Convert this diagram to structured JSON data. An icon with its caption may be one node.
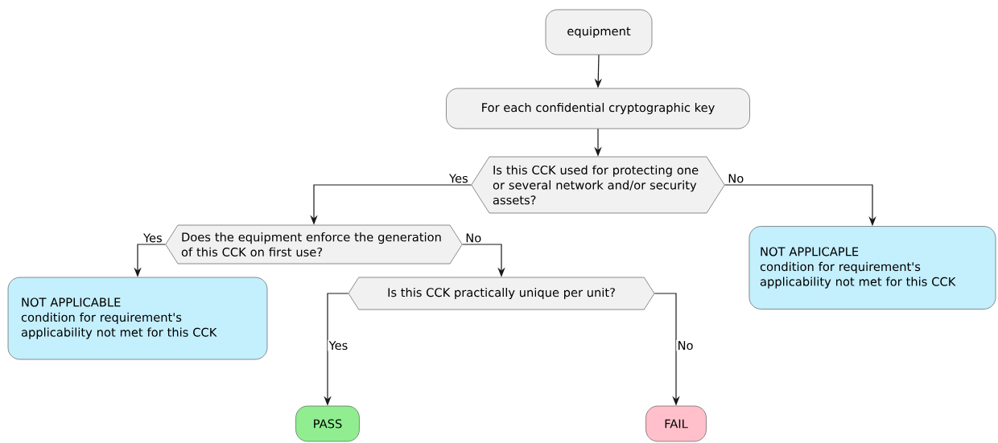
{
  "diagram": {
    "nodes": [
      {
        "text": [
          "equipment"
        ]
      },
      {
        "text": [
          "For each confidential cryptographic key"
        ]
      },
      {
        "text": [
          "Is this CCK used for protecting one or several network and/or security assets?"
        ]
      },
      {
        "text": [
          "Does the equipment enforce the generation of this CCK on first use?"
        ]
      },
      {
        "text": [
          "NOT APPLICABLE",
          "condition for requirement's applicability not met for this CCK"
        ]
      },
      {
        "text": [
          "Is this CCK practically unique per unit?"
        ]
      },
      {
        "text": [
          "NOT APPLICAPLE",
          "condition for requirement's applicability not met for this CCK"
        ]
      },
      {
        "text": [
          "PASS"
        ]
      },
      {
        "text": [
          "FAIL"
        ]
      }
    ],
    "edges": [
      {
        "from": 0,
        "to": 1,
        "arrow": "to"
      },
      {
        "from": 1,
        "to": 2,
        "arrow": "to"
      },
      {
        "from": 2,
        "to": 3,
        "arrow": "to",
        "label": "Yes"
      },
      {
        "from": 2,
        "to": 6,
        "arrow": "to",
        "label": "No"
      },
      {
        "from": 3,
        "to": 4,
        "arrow": "to",
        "label": "Yes"
      },
      {
        "from": 3,
        "to": 5,
        "arrow": "to",
        "label": "No"
      },
      {
        "from": 5,
        "to": 7,
        "arrow": "to",
        "label": "Yes"
      },
      {
        "from": 5,
        "to": 8,
        "arrow": "to",
        "label": "No"
      }
    ]
  }
}
